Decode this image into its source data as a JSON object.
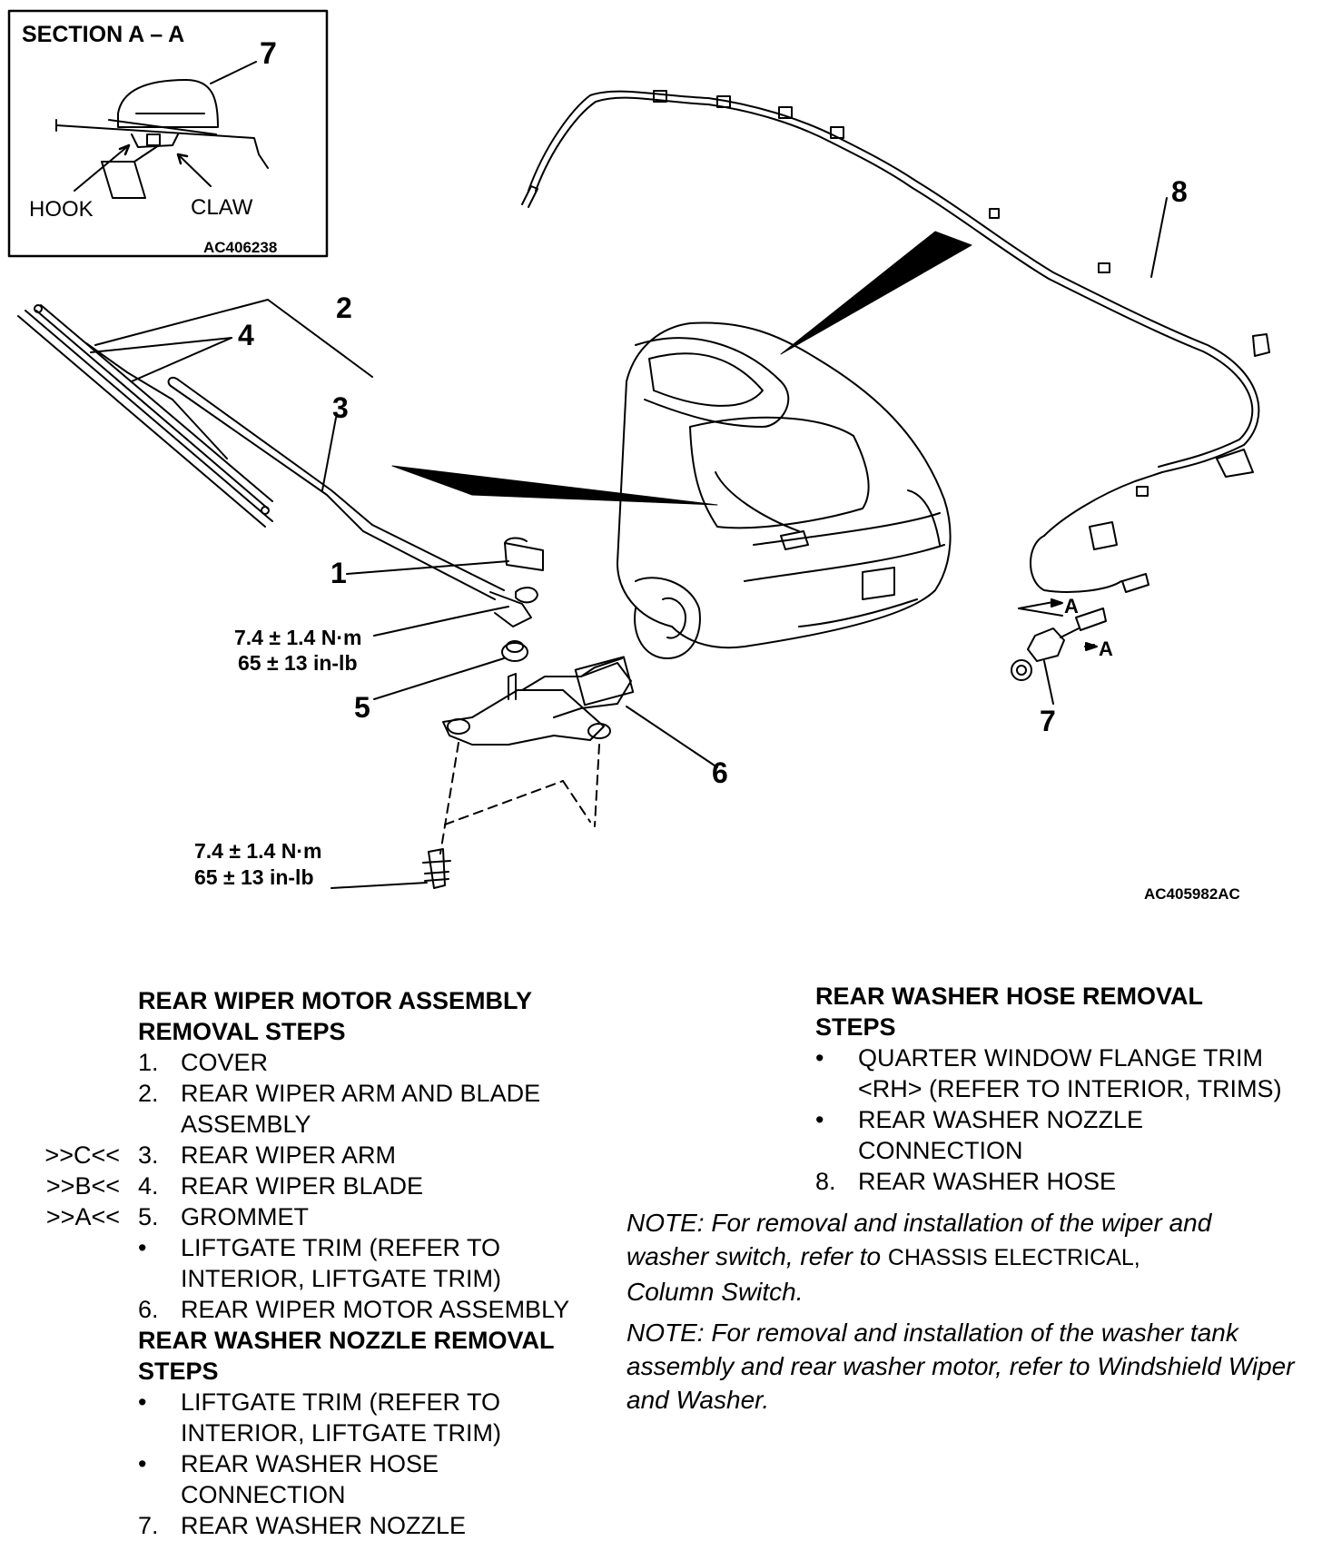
{
  "inset": {
    "title": "SECTION A – A",
    "callout": "7",
    "hook_label": "HOOK",
    "claw_label": "CLAW",
    "figure_id": "AC406238"
  },
  "callouts": {
    "c1": "1",
    "c2": "2",
    "c3": "3",
    "c4": "4",
    "c5": "5",
    "c6": "6",
    "c7": "7",
    "c8": "8",
    "section_a1": "A",
    "section_a2": "A"
  },
  "torque": {
    "upper_line1": "7.4 ± 1.4 N·m",
    "upper_line2": "65 ± 13 in-lb",
    "lower_line1": "7.4 ± 1.4 N·m",
    "lower_line2": "65 ± 13 in-lb"
  },
  "figure_id": "AC405982AC",
  "left_column": {
    "heading1": "REAR WIPER MOTOR ASSEMBLY",
    "heading2": "REMOVAL STEPS",
    "steps": [
      {
        "mark": "",
        "num": "1.",
        "text": "COVER"
      },
      {
        "mark": "",
        "num": "2.",
        "text": "REAR WIPER ARM AND BLADE ASSEMBLY"
      },
      {
        "mark": ">>C<<",
        "num": "3.",
        "text": "REAR WIPER ARM"
      },
      {
        "mark": ">>B<<",
        "num": "4.",
        "text": "REAR WIPER BLADE"
      },
      {
        "mark": ">>A<<",
        "num": "5.",
        "text": "GROMMET"
      },
      {
        "mark": "",
        "num": "•",
        "text": "LIFTGATE TRIM (REFER TO INTERIOR, LIFTGATE TRIM)"
      },
      {
        "mark": "",
        "num": "6.",
        "text": "REAR WIPER MOTOR ASSEMBLY"
      }
    ],
    "heading3": "REAR WASHER NOZZLE REMOVAL",
    "heading4": "STEPS",
    "steps2": [
      {
        "num": "•",
        "text": "LIFTGATE TRIM (REFER TO INTERIOR, LIFTGATE TRIM)"
      },
      {
        "num": "•",
        "text": "REAR WASHER HOSE CONNECTION"
      },
      {
        "num": "7.",
        "text": "REAR WASHER NOZZLE"
      }
    ]
  },
  "right_column": {
    "heading1": "REAR WASHER HOSE REMOVAL",
    "heading2": "STEPS",
    "steps": [
      {
        "num": "•",
        "text": "QUARTER WINDOW FLANGE TRIM <RH> (REFER TO INTERIOR, TRIMS)"
      },
      {
        "num": "•",
        "text": "REAR WASHER NOZZLE CONNECTION"
      },
      {
        "num": "8.",
        "text": "REAR WASHER HOSE"
      }
    ],
    "note1_a": "NOTE: For removal and installation of the wiper and washer switch, refer to",
    "note1_caps": "CHASSIS ELECTRICAL,",
    "note1_b": "Column Switch.",
    "note2": "NOTE: For removal and installation of the washer tank assembly and rear washer motor, refer to Windshield Wiper and Washer."
  }
}
